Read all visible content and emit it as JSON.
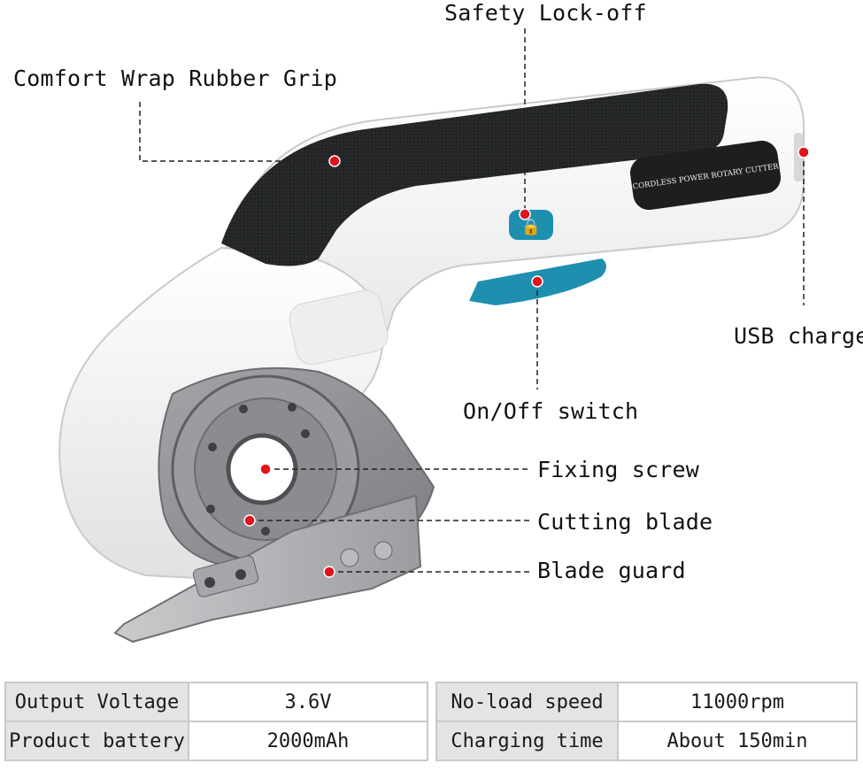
{
  "callouts": {
    "grip": "Comfort Wrap Rubber Grip",
    "safety": "Safety Lock-off",
    "usb": "USB charge",
    "switch": "On/Off switch",
    "screw": "Fixing screw",
    "blade": "Cutting blade",
    "guard": "Blade guard"
  },
  "product": {
    "badge_text": "CORDLESS POWER ROTARY CUTTER"
  },
  "specs": {
    "left": [
      {
        "label": "Output Voltage",
        "value": "3.6V"
      },
      {
        "label": "Product battery",
        "value": "2000mAh"
      }
    ],
    "right": [
      {
        "label": "No-load speed",
        "value": "11000rpm"
      },
      {
        "label": "Charging time",
        "value": "About 150min"
      }
    ]
  },
  "colors": {
    "body": "#f1f2f2",
    "grip": "#232526",
    "accent": "#1f8fb0",
    "blade": "#8e9093",
    "marker": "#e0141b"
  }
}
